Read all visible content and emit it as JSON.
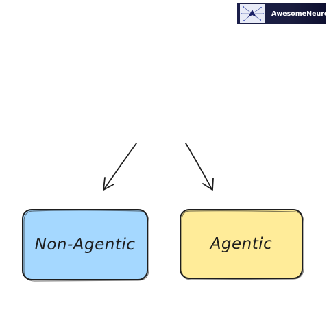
{
  "brand": {
    "name": "AwesomeNeuron",
    "icon": "neuron-network-icon"
  },
  "nodes": [
    {
      "label": "Non-Agentic",
      "color": "#a5d8ff"
    },
    {
      "label": "Agentic",
      "color": "#ffec99"
    }
  ],
  "colors": {
    "stroke": "#1e1e1e",
    "brand_background": "#1b1f4a",
    "brand_text": "#ffffff"
  }
}
